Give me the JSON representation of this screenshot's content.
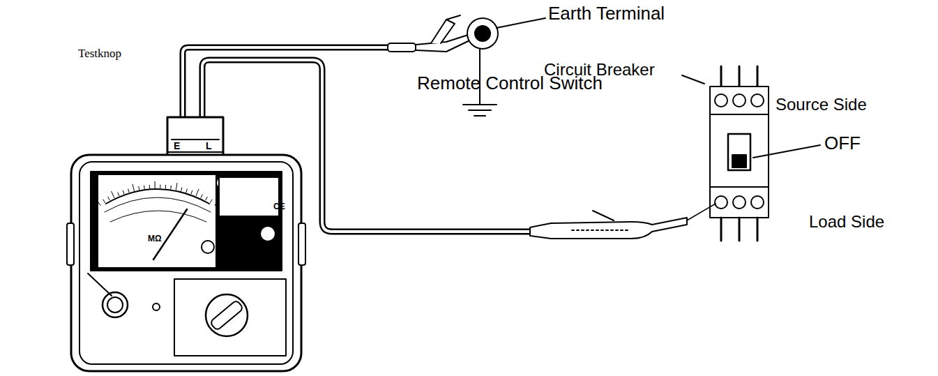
{
  "diagram": {
    "labels": [
      "Earth Terminal",
      "Circuit Breaker",
      "Source Side",
      "OFF",
      "Remote Control Switch",
      "Load Side",
      "Testknop",
      "E",
      "L",
      "CE",
      "MΩ"
    ]
  }
}
